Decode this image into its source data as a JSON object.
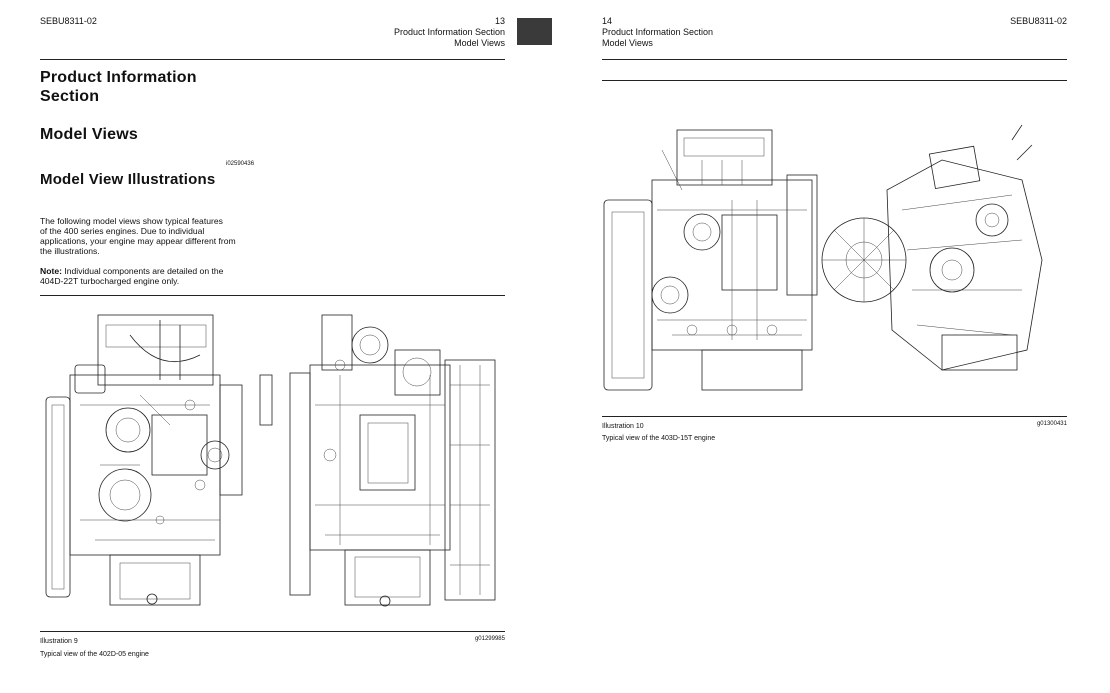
{
  "left_page": {
    "doc_code": "SEBU8311-02",
    "page_number": "13",
    "running_section": "Product Information Section",
    "running_subsection": "Model Views",
    "heading_section_line1": "Product  Information",
    "heading_section_line2": "Section",
    "heading_model_views": "Model Views",
    "ref_id": "i02590436",
    "heading_illustrations": "Model View Illustrations",
    "intro_lines": [
      "The following model views show typical features",
      "of the 400 series engines. Due to individual",
      "applications, your engine may appear different from",
      "the illustrations."
    ],
    "note_label": "Note:",
    "note_line1": " Individual components are detailed on the",
    "note_line2": "404D-22T turbocharged engine only.",
    "illustration_label": "Illustration 9",
    "illustration_id": "g01299985",
    "illustration_caption": "Typical view of the 402D-05 engine"
  },
  "right_page": {
    "page_number": "14",
    "running_section": "Product Information Section",
    "running_subsection": "Model Views",
    "doc_code": "SEBU8311-02",
    "illustration_label": "Illustration 10",
    "illustration_id": "g01300431",
    "illustration_caption": "Typical view of the 403D-15T engine"
  },
  "colors": {
    "thumb_tab": "#3a3a3a",
    "rule": "#222222"
  }
}
